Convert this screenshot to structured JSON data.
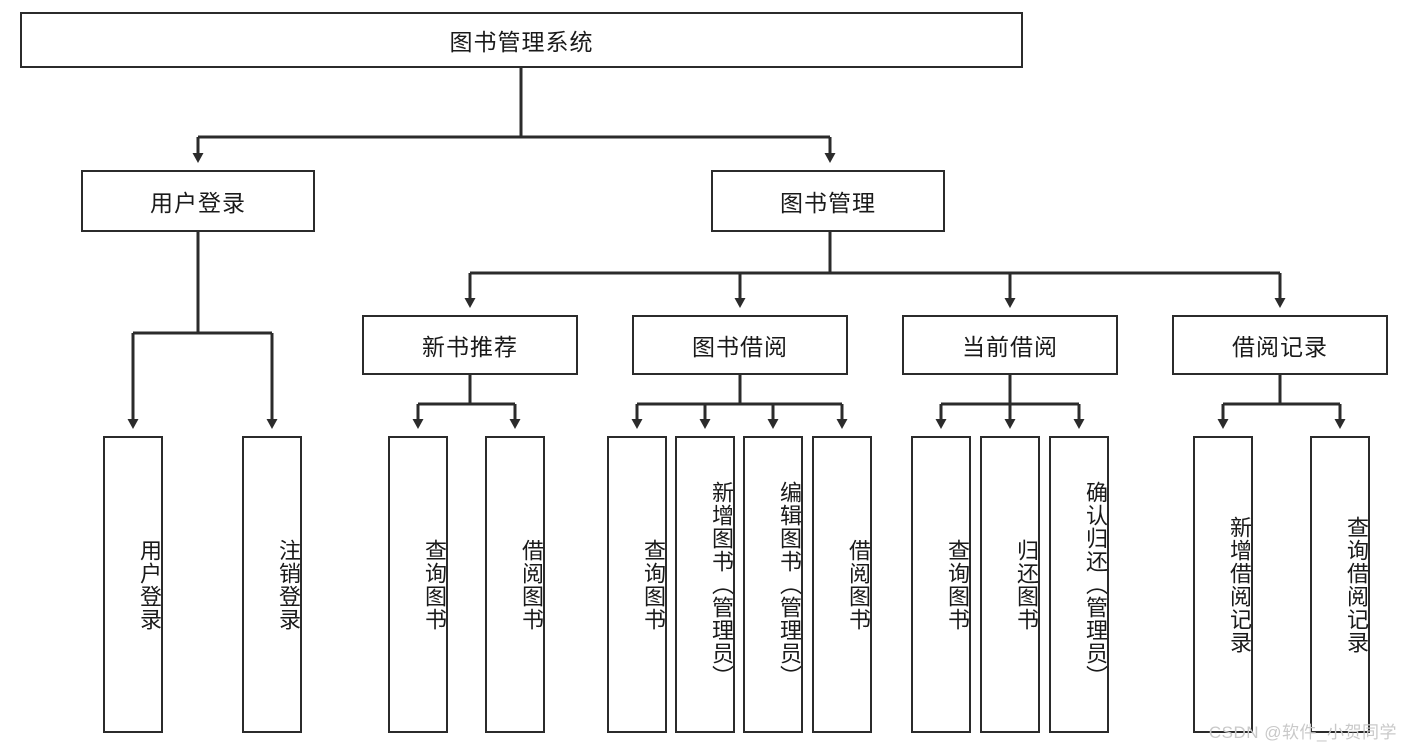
{
  "diagram": {
    "title": "图书管理系统",
    "type": "hierarchy-tree",
    "watermark": "CSDN @软件_小贺同学",
    "colors": {
      "stroke": "#2b2b2b",
      "fill": "#ffffff",
      "text": "#1a1a1a",
      "watermark": "#c9c9c9"
    },
    "root": {
      "id": "root",
      "label": "图书管理系统"
    },
    "level1": [
      {
        "id": "user-login",
        "label": "用户登录"
      },
      {
        "id": "book-manage",
        "label": "图书管理"
      }
    ],
    "level2": [
      {
        "id": "new-book-rec",
        "label": "新书推荐"
      },
      {
        "id": "book-borrow",
        "label": "图书借阅"
      },
      {
        "id": "current-borrow",
        "label": "当前借阅"
      },
      {
        "id": "borrow-record",
        "label": "借阅记录"
      }
    ],
    "leaves": {
      "user_login": [
        {
          "id": "leaf-user-login",
          "label": "用户登录"
        },
        {
          "id": "leaf-user-logout",
          "label": "注销登录"
        }
      ],
      "new_book_rec": [
        {
          "id": "leaf-query-book-1",
          "label": "查询图书"
        },
        {
          "id": "leaf-borrow-book-1",
          "label": "借阅图书"
        }
      ],
      "book_borrow": [
        {
          "id": "leaf-query-book-2",
          "label": "查询图书"
        },
        {
          "id": "leaf-add-book",
          "label": "新增图书（管理员）"
        },
        {
          "id": "leaf-edit-book",
          "label": "编辑图书（管理员）"
        },
        {
          "id": "leaf-borrow-book-2",
          "label": "借阅图书"
        }
      ],
      "current_borrow": [
        {
          "id": "leaf-query-book-3",
          "label": "查询图书"
        },
        {
          "id": "leaf-return-book",
          "label": "归还图书"
        },
        {
          "id": "leaf-confirm-return",
          "label": "确认归还（管理员）"
        }
      ],
      "borrow_record": [
        {
          "id": "leaf-add-record",
          "label": "新增借阅记录"
        },
        {
          "id": "leaf-query-record",
          "label": "查询借阅记录"
        }
      ]
    }
  }
}
